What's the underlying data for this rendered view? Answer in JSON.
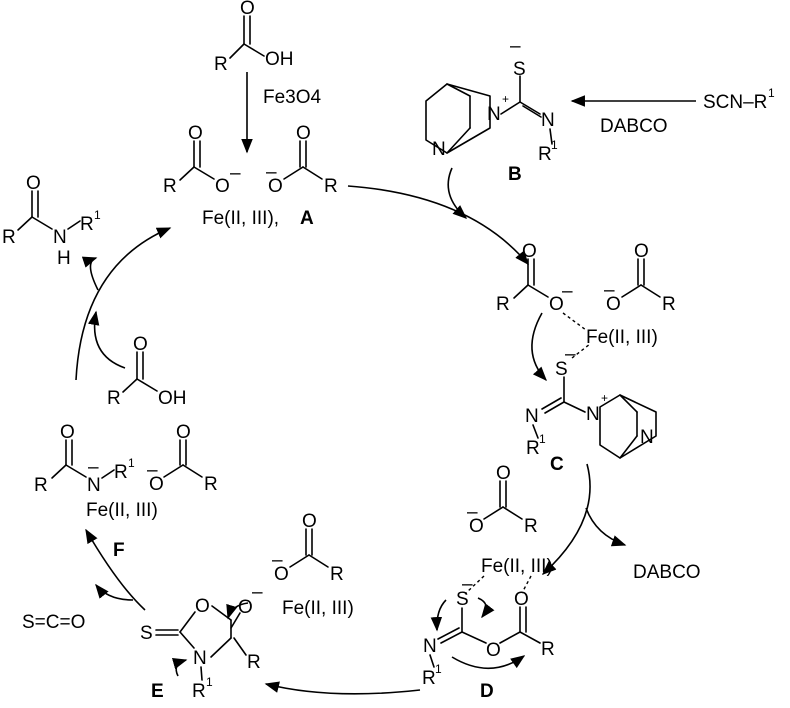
{
  "labels": {
    "fe3o4": "Fe3O4",
    "fe": "Fe(II, III)",
    "fe_a": "Fe(II, III),",
    "dabco": "DABCO",
    "scn": "SCN–R",
    "r": "R",
    "r1": "R",
    "oh": "OH",
    "o": "O",
    "n": "N",
    "nh": "H",
    "s": "S",
    "sco": "S=C=O",
    "one": "1",
    "three": "3",
    "four": "4",
    "plus": "+",
    "minus": "–"
  },
  "intermediates": {
    "a": "A",
    "b": "B",
    "c": "C",
    "d": "D",
    "e": "E",
    "f": "F"
  },
  "colors": {
    "ink": "#000000",
    "background": "#ffffff"
  }
}
